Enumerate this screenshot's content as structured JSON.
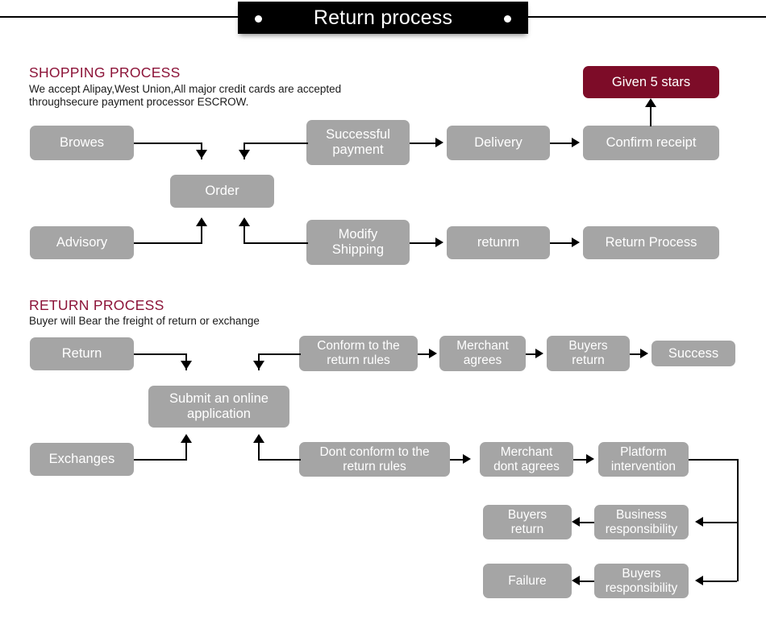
{
  "header": {
    "title": "Return process",
    "dot_left": "bullet-dot",
    "dot_right": "bullet-dot",
    "bar_color": "#000000",
    "text_color": "#ffffff"
  },
  "theme": {
    "node_gray": "#a5a5a5",
    "node_accent": "#7d0c28",
    "heading_color": "#8c1338",
    "line_color": "#000000",
    "page_background": "#ffffff"
  },
  "sections": [
    {
      "id": "shopping",
      "title": "SHOPPING PROCESS",
      "subtitle": "We accept Alipay,West Union,All major credit cards are accepted\nthroughsecure payment processor ESCROW.",
      "nodes": {
        "browes": "Browes",
        "order": "Order",
        "successful_payment": "Successful\npayment",
        "delivery": "Delivery",
        "confirm_receipt": "Confirm receipt",
        "given_5_stars": "Given 5 stars",
        "advisory": "Advisory",
        "modify_shipping": "Modify\nShipping",
        "retunrn": "retunrn",
        "return_process": "Return Process"
      }
    },
    {
      "id": "return",
      "title": "RETURN PROCESS",
      "subtitle": "Buyer will Bear the freight of return or exchange",
      "nodes": {
        "return": "Return",
        "submit_online_application": "Submit an online\napplication",
        "conform_to_return_rules": "Conform to the\nreturn rules",
        "merchant_agrees": "Merchant\nagrees",
        "buyers_return_top": "Buyers\nreturn",
        "success": "Success",
        "exchanges": "Exchanges",
        "dont_conform_to_return_rules": "Dont conform to the\nreturn rules",
        "merchant_dont_agrees": "Merchant\ndont agrees",
        "platform_intervention": "Platform\nintervention",
        "business_responsibility": "Business\nresponsibility",
        "buyers_return_mid": "Buyers\nreturn",
        "buyers_responsibility": "Buyers\nresponsibility",
        "failure": "Failure"
      }
    }
  ]
}
